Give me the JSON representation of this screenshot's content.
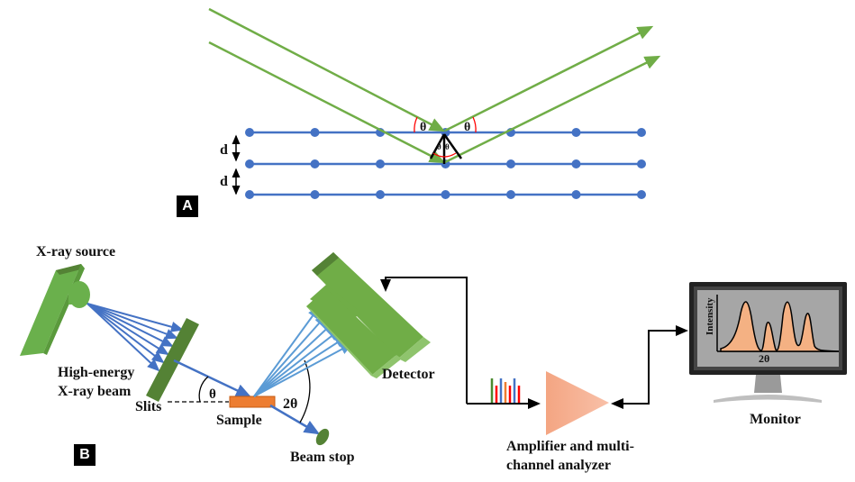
{
  "panel_a": {
    "badge": "A",
    "spacing_label_1": "d",
    "spacing_label_2": "d",
    "angle_incident": "θ",
    "angle_reflected": "θ",
    "angle_inner_left": "θ",
    "angle_inner_right": "θ",
    "lattice_rows": 3,
    "atoms_per_row": 7
  },
  "panel_b": {
    "badge": "B",
    "labels": {
      "xray_source": "X-ray source",
      "beam_line1": "High-energy",
      "beam_line2": "X-ray beam",
      "slits": "Slits",
      "theta": "θ",
      "sample": "Sample",
      "two_theta": "2θ",
      "beam_stop": "Beam stop",
      "detector": "Detector",
      "amplifier_line1": "Amplifier and multi-",
      "amplifier_line2": "channel analyzer",
      "monitor": "Monitor",
      "monitor_ylabel": "Intensity",
      "monitor_xlabel": "2θ"
    },
    "signal_bar_colors": [
      "#4a8a2f",
      "#ff0000",
      "#4472c4",
      "#ed7d31",
      "#ff0000",
      "#4472c4",
      "#ff0000"
    ]
  },
  "colors": {
    "ray_green": "#70ad47",
    "lattice_blue": "#4472c4",
    "angle_red": "#ff0000",
    "source_green": "#6ab04c",
    "slit_green": "#548235",
    "sample_orange": "#ed7d31",
    "amplifier_orange": "#f4a582",
    "beam_blue": "#4472c4",
    "diffracted_blue": "#5b9bd5"
  }
}
